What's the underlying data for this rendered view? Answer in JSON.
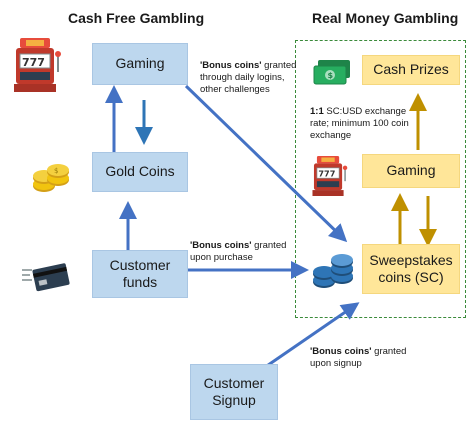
{
  "headings": {
    "cash_free": "Cash Free Gambling",
    "real_money": "Real Money Gambling"
  },
  "boxes": {
    "gaming_left": "Gaming",
    "gold_coins": "Gold Coins",
    "customer_funds": "Customer funds",
    "customer_signup": "Customer Signup",
    "cash_prizes": "Cash Prizes",
    "gaming_right": "Gaming",
    "sweepstakes": "Sweepstakes coins (SC)"
  },
  "notes": {
    "daily": {
      "bold": "'Bonus coins'",
      "rest": " granted through daily logins, other challenges"
    },
    "purchase": {
      "bold": "'Bonus coins'",
      "rest": " granted upon purchase"
    },
    "signup": {
      "bold": "'Bonus coins'",
      "rest": " granted upon signup"
    },
    "exchange": {
      "bold": "1:1",
      "rest": " SC:USD exchange rate; minimum 100 coin exchange"
    }
  },
  "colors": {
    "blue_box": "#bdd7ee",
    "yellow_box": "#ffe699",
    "arrow_blue": "#4472c4",
    "arrow_dark_blue": "#2e75b6",
    "arrow_gold": "#bf9000",
    "dashed_border": "#3a8a3a"
  },
  "icons": {
    "slot_machine_left": "slot-machine-icon",
    "slot_machine_right": "slot-machine-icon",
    "gold_coins": "gold-coin-stack-icon",
    "credit_card": "credit-card-icon",
    "cash": "cash-bill-icon",
    "blue_coins": "blue-coin-stack-icon"
  }
}
